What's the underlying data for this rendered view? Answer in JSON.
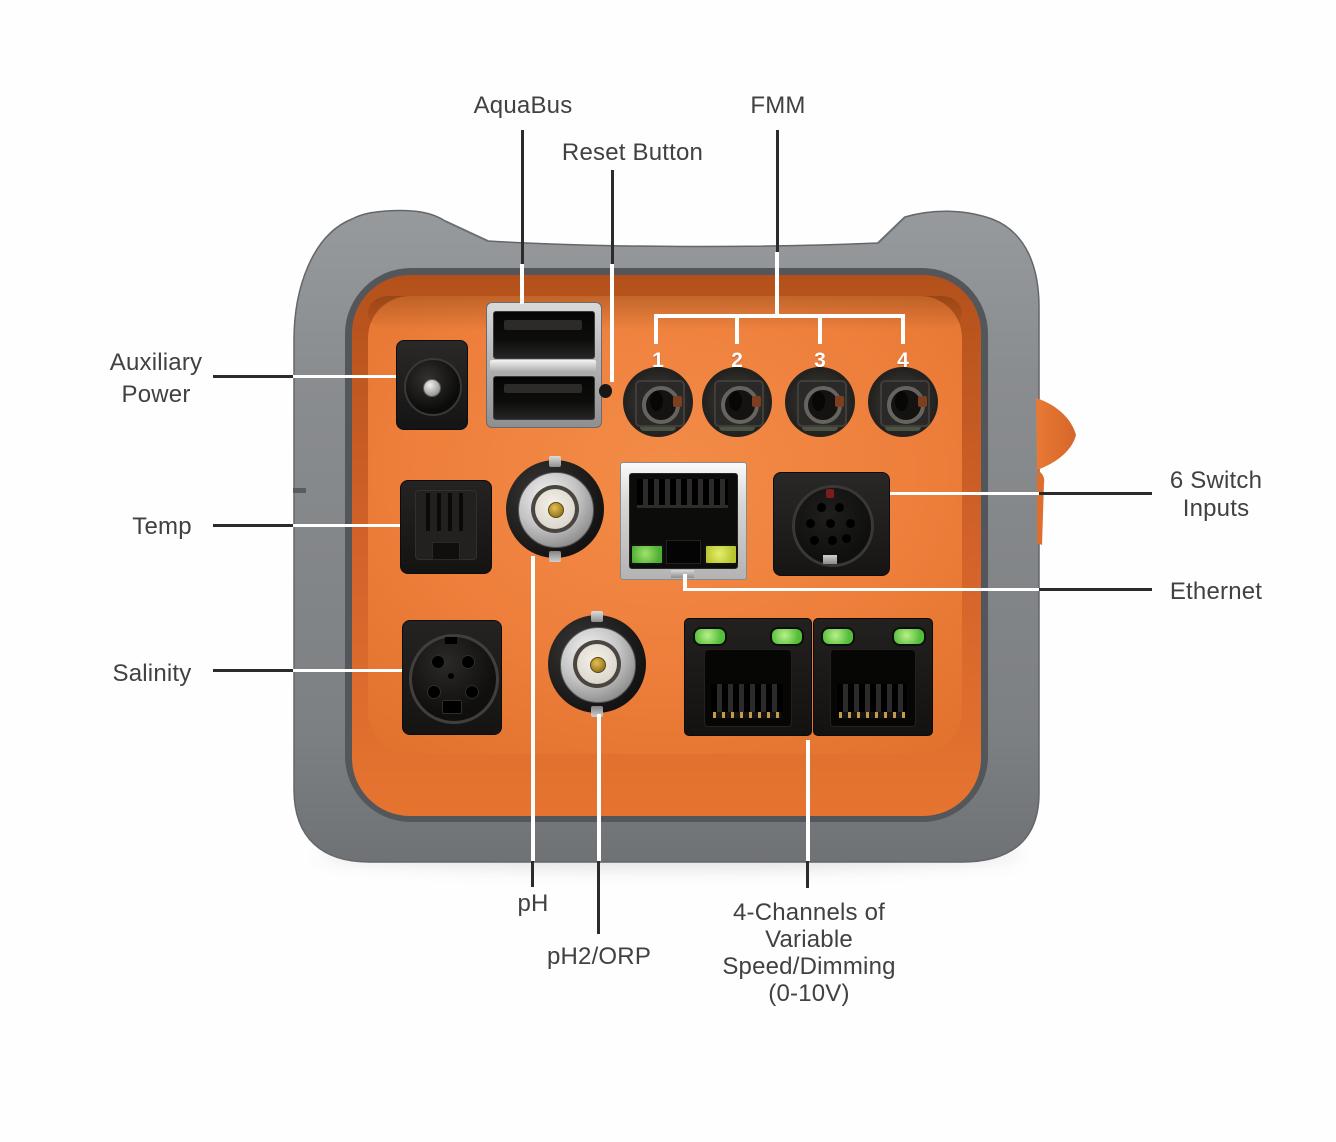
{
  "labels": {
    "aquabus": "AquaBus",
    "reset_button": "Reset Button",
    "fmm": "FMM",
    "auxiliary_power_line1": "Auxiliary",
    "auxiliary_power_line2": "Power",
    "temp": "Temp",
    "salinity": "Salinity",
    "switch_inputs_line1": "6 Switch",
    "switch_inputs_line2": "Inputs",
    "ethernet": "Ethernet",
    "ph": "pH",
    "ph2_orp": "pH2/ORP",
    "channels_line1": "4-Channels of",
    "channels_line2": "Variable",
    "channels_line3": "Speed/Dimming",
    "channels_line4": "(0-10V)"
  },
  "fmm_port_numbers": [
    "1",
    "2",
    "3",
    "4"
  ],
  "colors": {
    "face_orange": "#EE7F3D",
    "rim_orange": "#C95F24",
    "body_gray": "#868A8D",
    "led_green": "#5CC23E",
    "led_amber": "#C9D23B",
    "label_text": "#414141",
    "leader_black": "#2B2B2B",
    "leader_white": "#FFFFFF"
  }
}
